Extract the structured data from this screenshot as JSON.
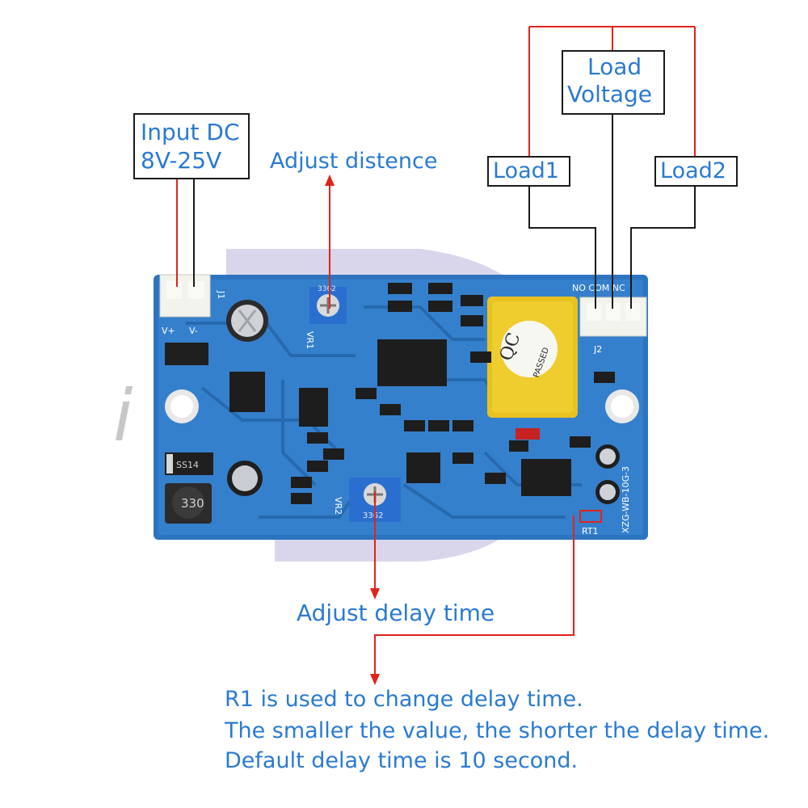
{
  "labels": {
    "input_line1": "Input DC",
    "input_line2": "8V-25V",
    "adjust_distance": "Adjust distence",
    "load_voltage_line1": "Load",
    "load_voltage_line2": "Voltage",
    "load1": "Load1",
    "load2": "Load2",
    "adjust_delay": "Adjust delay time"
  },
  "notes": [
    "R1 is used to change delay time.",
    "The smaller the value, the shorter the delay time.",
    "Default delay time is 10 second."
  ],
  "board": {
    "terminal_j1": "J1",
    "terminal_j2": "J2",
    "pin_vplus": "V+",
    "pin_vminus": "V-",
    "pins_relay": "NO COM NC",
    "model": "XZG-WB-10G-3",
    "relay_qc": "QC",
    "relay_passed": "PASSED",
    "pot_code": "3362",
    "inductor_code": "330",
    "diode_code": "SS14",
    "rt1": "RT1",
    "vr1": "VR1",
    "vr2": "VR2"
  },
  "colors": {
    "annotation_text": "#2a7ad3",
    "wire_red": "#e2231a",
    "wire_black": "#1a1a1a",
    "pcb": "#2f78c4"
  }
}
